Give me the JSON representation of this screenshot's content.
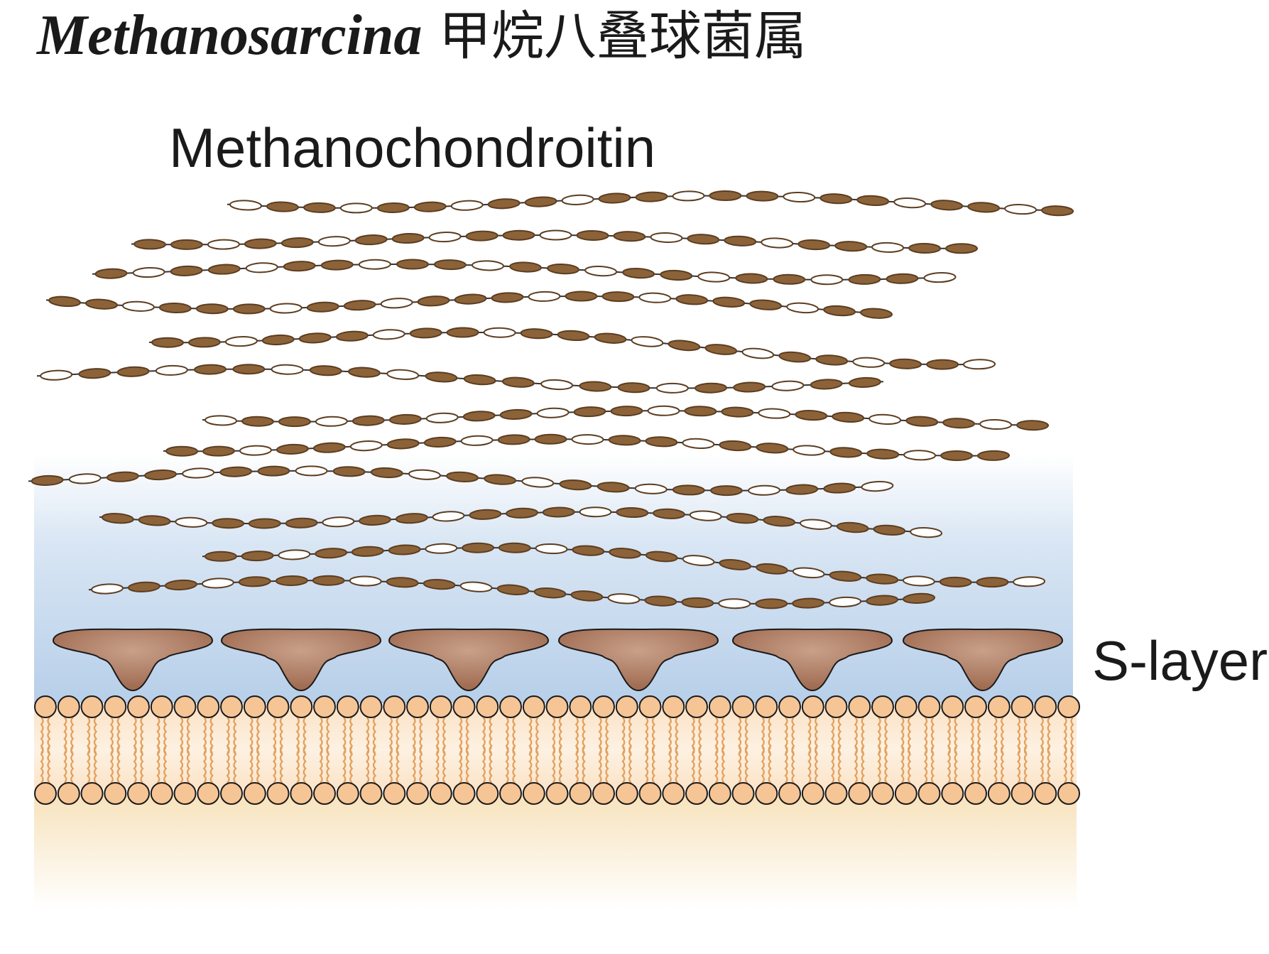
{
  "title": {
    "genus": "Methanosarcina",
    "chinese": "甲烷八叠球菌属"
  },
  "labels": {
    "methanochondroitin": "Methanochondroitin",
    "s_layer": "S-layer"
  },
  "colors": {
    "bead_brown": "#8c6239",
    "bead_brown_dark": "#5c3d20",
    "bead_white": "#ffffff",
    "chain_line": "#333333",
    "s_layer_fill": "#a9755a",
    "s_layer_highlight": "#c9a08a",
    "lipid_head": "#f6c596",
    "lipid_tail": "#e2a05c",
    "cytoplasm": "#f8e6c4",
    "periplasm_blue": "#b9d0ea"
  }
}
